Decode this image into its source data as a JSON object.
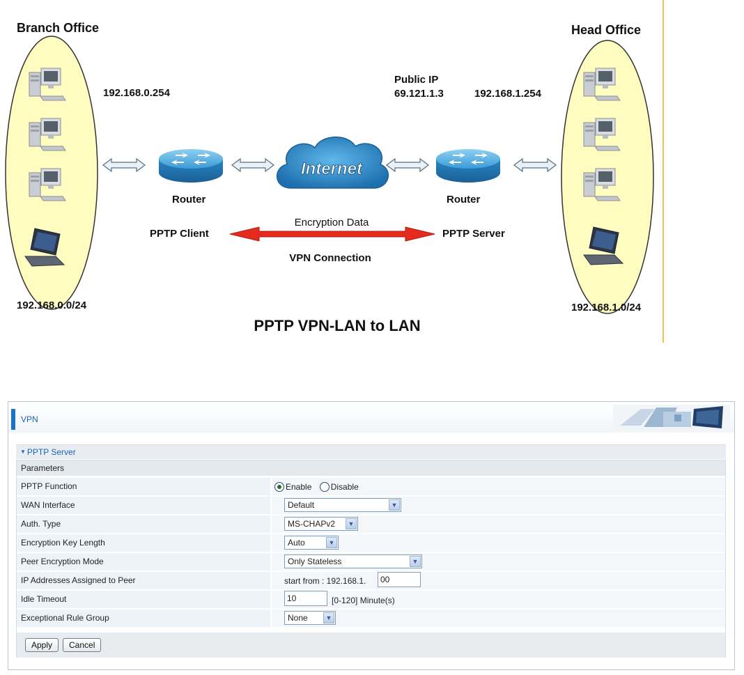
{
  "diagram": {
    "branch_label": "Branch Office",
    "head_label": "Head Office",
    "branch_gateway": "192.168.0.254",
    "public_ip_label": "Public IP",
    "public_ip": "69.121.1.3",
    "head_gateway": "192.168.1.254",
    "internet_label": "Internet",
    "router_left": "Router",
    "router_right": "Router",
    "client_label": "PPTP Client",
    "server_label": "PPTP Server",
    "encryption_label": "Encryption Data",
    "vpn_label": "VPN Connection",
    "branch_subnet": "192.168.0.0/24",
    "head_subnet": "192.168.1.0/24",
    "title": "PPTP VPN-LAN to LAN"
  },
  "vpn": {
    "title": "VPN",
    "section": "PPTP Server",
    "params_heading": "Parameters",
    "rows": {
      "pptp_function": {
        "label": "PPTP Function",
        "options": [
          "Enable",
          "Disable"
        ],
        "selected": "Enable"
      },
      "wan_interface": {
        "label": "WAN Interface",
        "value": "Default"
      },
      "auth_type": {
        "label": "Auth. Type",
        "value": "MS-CHAPv2"
      },
      "key_length": {
        "label": "Encryption Key Length",
        "value": "Auto"
      },
      "peer_mode": {
        "label": "Peer Encryption Mode",
        "value": "Only Stateless"
      },
      "ip_assigned": {
        "label": "IP Addresses Assigned to Peer",
        "prefix": "start from : 192.168.1.",
        "value": "00"
      },
      "idle_timeout": {
        "label": "Idle Timeout",
        "value": "10",
        "suffix": "[0-120] Minute(s)"
      },
      "rule_group": {
        "label": "Exceptional Rule Group",
        "value": "None"
      }
    },
    "buttons": {
      "apply": "Apply",
      "cancel": "Cancel"
    }
  }
}
